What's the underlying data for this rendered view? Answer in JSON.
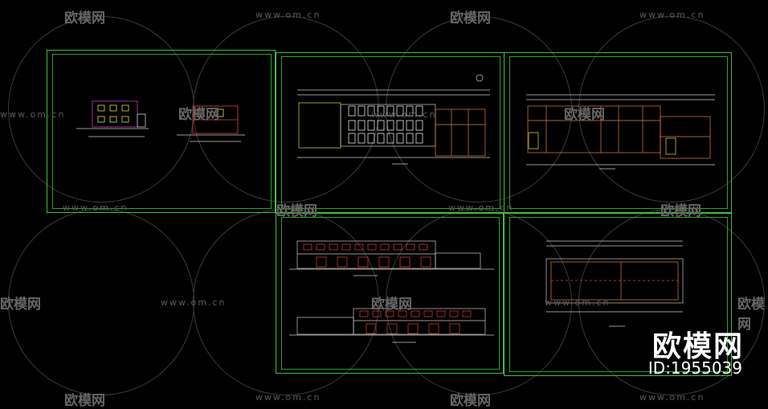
{
  "app": {
    "watermark_url": "www.om.cn",
    "watermark_brand": "欧模网"
  },
  "badge": {
    "brand": "欧模网",
    "id": "ID:1955039"
  },
  "colors": {
    "background": "#000000",
    "sheet_border": "#3fbf3f",
    "wall": "#c8c8c8",
    "accent_magenta": "#c040c0",
    "accent_yellow": "#e0e040",
    "accent_red": "#e04040",
    "accent_orange": "#e08040"
  }
}
